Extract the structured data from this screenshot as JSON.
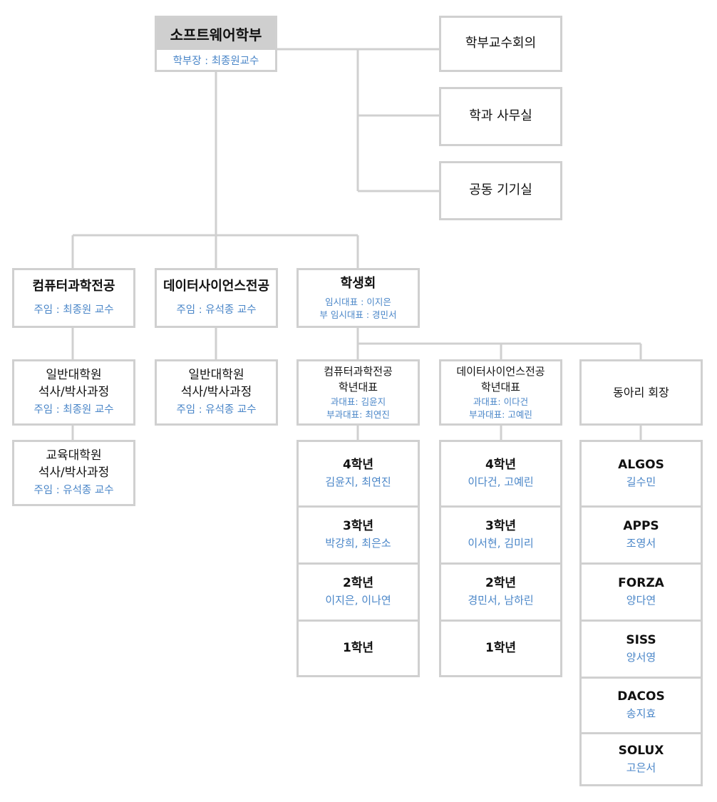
{
  "root": {
    "title": "소프트웨어학부",
    "head": "학부장 : 최종원교수"
  },
  "side": [
    "학부교수회의",
    "학과 사무실",
    "공동 기기실"
  ],
  "majors": {
    "cs": {
      "title": "컴퓨터과학전공",
      "head": "주임 : 최종원 교수"
    },
    "ds": {
      "title": "데이터사이언스전공",
      "head": "주임 : 유석종 교수"
    },
    "council": {
      "title": "학생회",
      "rep": "임시대표 : 이지은",
      "subrep": "부 임시대표 : 경민서"
    }
  },
  "grad": {
    "cs_general": {
      "line1": "일반대학원",
      "line2": "석사/박사과정",
      "head": "주임 : 최종원 교수"
    },
    "cs_edu": {
      "line1": "교육대학원",
      "line2": "석사/박사과정",
      "head": "주임 : 유석종 교수"
    },
    "ds_general": {
      "line1": "일반대학원",
      "line2": "석사/박사과정",
      "head": "주임 : 유석종 교수"
    }
  },
  "class_reps": {
    "cs": {
      "line1": "컴퓨터과학전공",
      "line2": "학년대표",
      "rep": "과대표: 김윤지",
      "subrep": "부과대표: 최연진"
    },
    "ds": {
      "line1": "데이터사이언스전공",
      "line2": "학년대표",
      "rep": "과대표: 이다건",
      "subrep": "부과대표: 고예린"
    },
    "club": {
      "title": "동아리 회장"
    }
  },
  "cs_grades": [
    {
      "grade": "4학년",
      "names": "김윤지, 최연진"
    },
    {
      "grade": "3학년",
      "names": "박강희, 최은소"
    },
    {
      "grade": "2학년",
      "names": "이지은, 이나연"
    },
    {
      "grade": "1학년",
      "names": ""
    }
  ],
  "ds_grades": [
    {
      "grade": "4학년",
      "names": "이다건, 고예린"
    },
    {
      "grade": "3학년",
      "names": "이서현, 김미리"
    },
    {
      "grade": "2학년",
      "names": "경민서, 남하린"
    },
    {
      "grade": "1학년",
      "names": ""
    }
  ],
  "clubs": [
    {
      "name": "ALGOS",
      "leader": "길수민"
    },
    {
      "name": "APPS",
      "leader": "조영서"
    },
    {
      "name": "FORZA",
      "leader": "양다연"
    },
    {
      "name": "SISS",
      "leader": "양서영"
    },
    {
      "name": "DACOS",
      "leader": "송지효"
    },
    {
      "name": "SOLUX",
      "leader": "고은서"
    }
  ],
  "colors": {
    "border": "#d0d0d0",
    "root_fill": "#cfcfcf",
    "accent_text": "#4a86c8"
  }
}
